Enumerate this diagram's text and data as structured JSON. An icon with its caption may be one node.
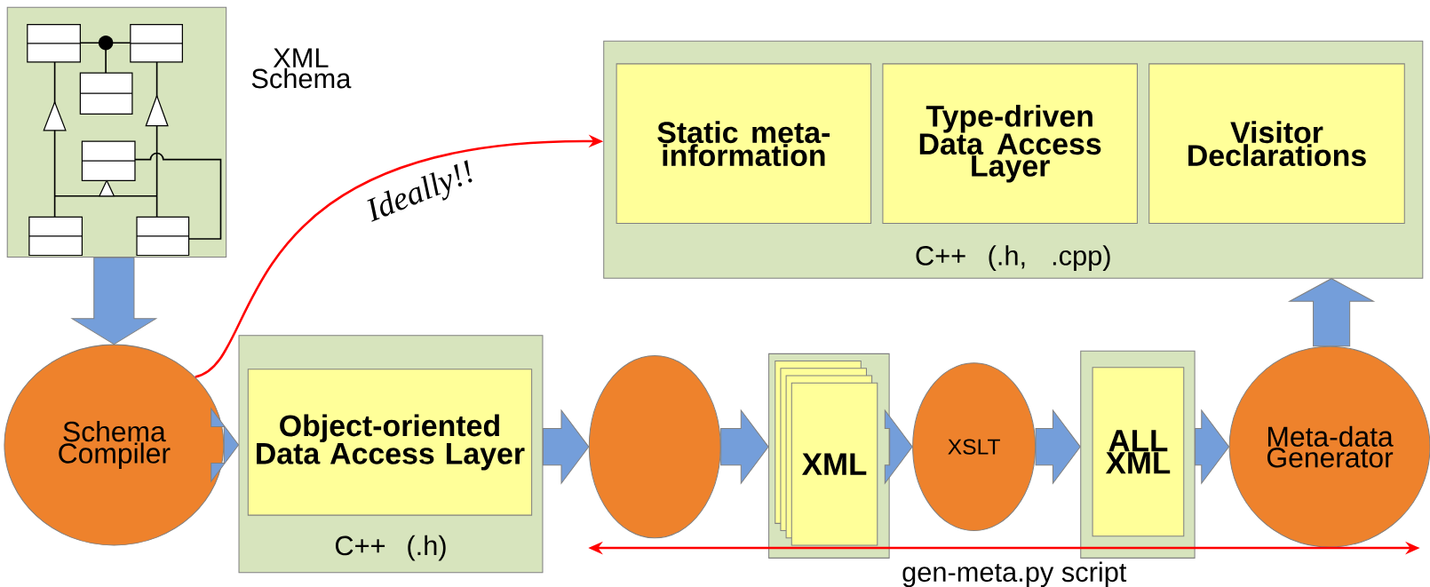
{
  "diagram": {
    "nodes": [
      {
        "text": [
          "XML Schema"
        ]
      },
      {
        "text": [
          "C++ (.h, .cpp)"
        ]
      },
      {
        "text": [
          "Static meta-information"
        ],
        "in": 1
      },
      {
        "text": [
          "Type-driven Data Access Layer"
        ],
        "in": 1
      },
      {
        "text": [
          "Visitor Declarations"
        ],
        "in": 1
      },
      {
        "text": [
          "Schema Compiler"
        ]
      },
      {
        "text": [
          "C++ (.h)"
        ]
      },
      {
        "text": [
          "Object-oriented Data Access Layer"
        ],
        "in": 6
      },
      {
        "text": [],
        "shape": "ellipse"
      },
      {
        "text": [],
        "shape": "box"
      },
      {
        "text": [
          "XML"
        ],
        "in": 9
      },
      {
        "text": [
          "XSLT"
        ]
      },
      {
        "text": [],
        "shape": "box"
      },
      {
        "text": [
          "ALL XML"
        ],
        "in": 12
      },
      {
        "text": [
          "Meta-data Generator"
        ]
      }
    ],
    "edges": [
      {
        "from": 0,
        "to": 5,
        "arrow": "to"
      },
      {
        "from": 5,
        "to": 1,
        "arrow": "to",
        "label": "Ideally!!",
        "color": "#ff0000"
      },
      {
        "from": 5,
        "to": 6,
        "arrow": "to"
      },
      {
        "from": 6,
        "to": 8,
        "arrow": "to"
      },
      {
        "from": 8,
        "to": 9,
        "arrow": "to"
      },
      {
        "from": 9,
        "to": 11,
        "arrow": "to"
      },
      {
        "from": 11,
        "to": 12,
        "arrow": "to"
      },
      {
        "from": 12,
        "to": 14,
        "arrow": "to"
      },
      {
        "from": 14,
        "to": 1,
        "arrow": "to"
      }
    ],
    "labels": [
      "gen-meta.py script"
    ]
  }
}
